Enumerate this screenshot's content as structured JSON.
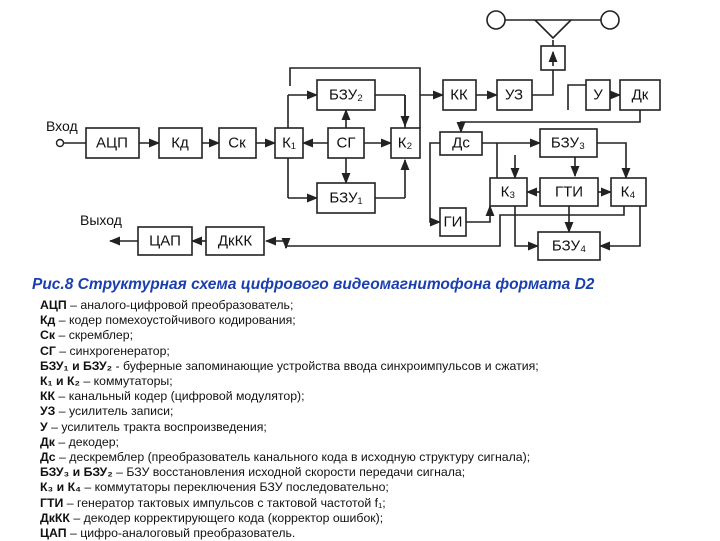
{
  "figure": {
    "input_label": "Вход",
    "output_label": "Выход",
    "blocks": {
      "adc": "АЦП",
      "kd": "Кд",
      "sk": "Ск",
      "k1": "К₁",
      "sg": "СГ",
      "k2": "К₂",
      "bzu2": "БЗУ₂",
      "bzu1": "БЗУ₁",
      "kk": "КК",
      "uz": "УЗ",
      "u": "У",
      "dk": "Дк",
      "ds": "Дс",
      "bzu3": "БЗУ₃",
      "k3": "К₃",
      "gti": "ГТИ",
      "k4": "К₄",
      "gi": "ГИ",
      "bzu4": "БЗУ₄",
      "dac": "ЦАП",
      "dkkk": "ДкКК"
    }
  },
  "caption": "Рис.8 Структурная схема цифрового видеомагнитофона формата D2",
  "legend": [
    {
      "abbr": "АЦП",
      "text": " – аналого-цифровой преобразователь;"
    },
    {
      "abbr": "Кд",
      "text": " – кодер помехоустойчивого кодирования;"
    },
    {
      "abbr": "Ск",
      "text": " – скремблер;"
    },
    {
      "abbr": "СГ",
      "text": " – синхрогенератор;"
    },
    {
      "abbr": "БЗУ₁ и БЗУ₂",
      "text": " - буферные запоминающие устройства ввода синхроимпульсов и сжатия;"
    },
    {
      "abbr": "К₁ и К₂",
      "text": " – коммутаторы;"
    },
    {
      "abbr": "КК",
      "text": " – канальный кодер (цифровой модулятор);"
    },
    {
      "abbr": "УЗ",
      "text": " – усилитель записи;"
    },
    {
      "abbr": "У",
      "text": " – усилитель тракта воспроизведения;"
    },
    {
      "abbr": "Дк",
      "text": " – декодер;"
    },
    {
      "abbr": "Дс",
      "text": " – дескремблер (преобразователь канального кода в исходную структуру сигнала);"
    },
    {
      "abbr": "БЗУ₃ и БЗУ₂",
      "text": " – БЗУ восстановления исходной скорости передачи сигнала;"
    },
    {
      "abbr": "К₃ и К₄",
      "text": " – коммутаторы переключения БЗУ последовательно;"
    },
    {
      "abbr": "ГТИ",
      "text": " – генератор тактовых импульсов с тактовой частотой f₁;"
    },
    {
      "abbr": "ДкКК",
      "text": " – декодер корректирующего кода (корректор ошибок);"
    },
    {
      "abbr": "ЦАП",
      "text": " – цифро-аналоговый преобразователь."
    }
  ]
}
